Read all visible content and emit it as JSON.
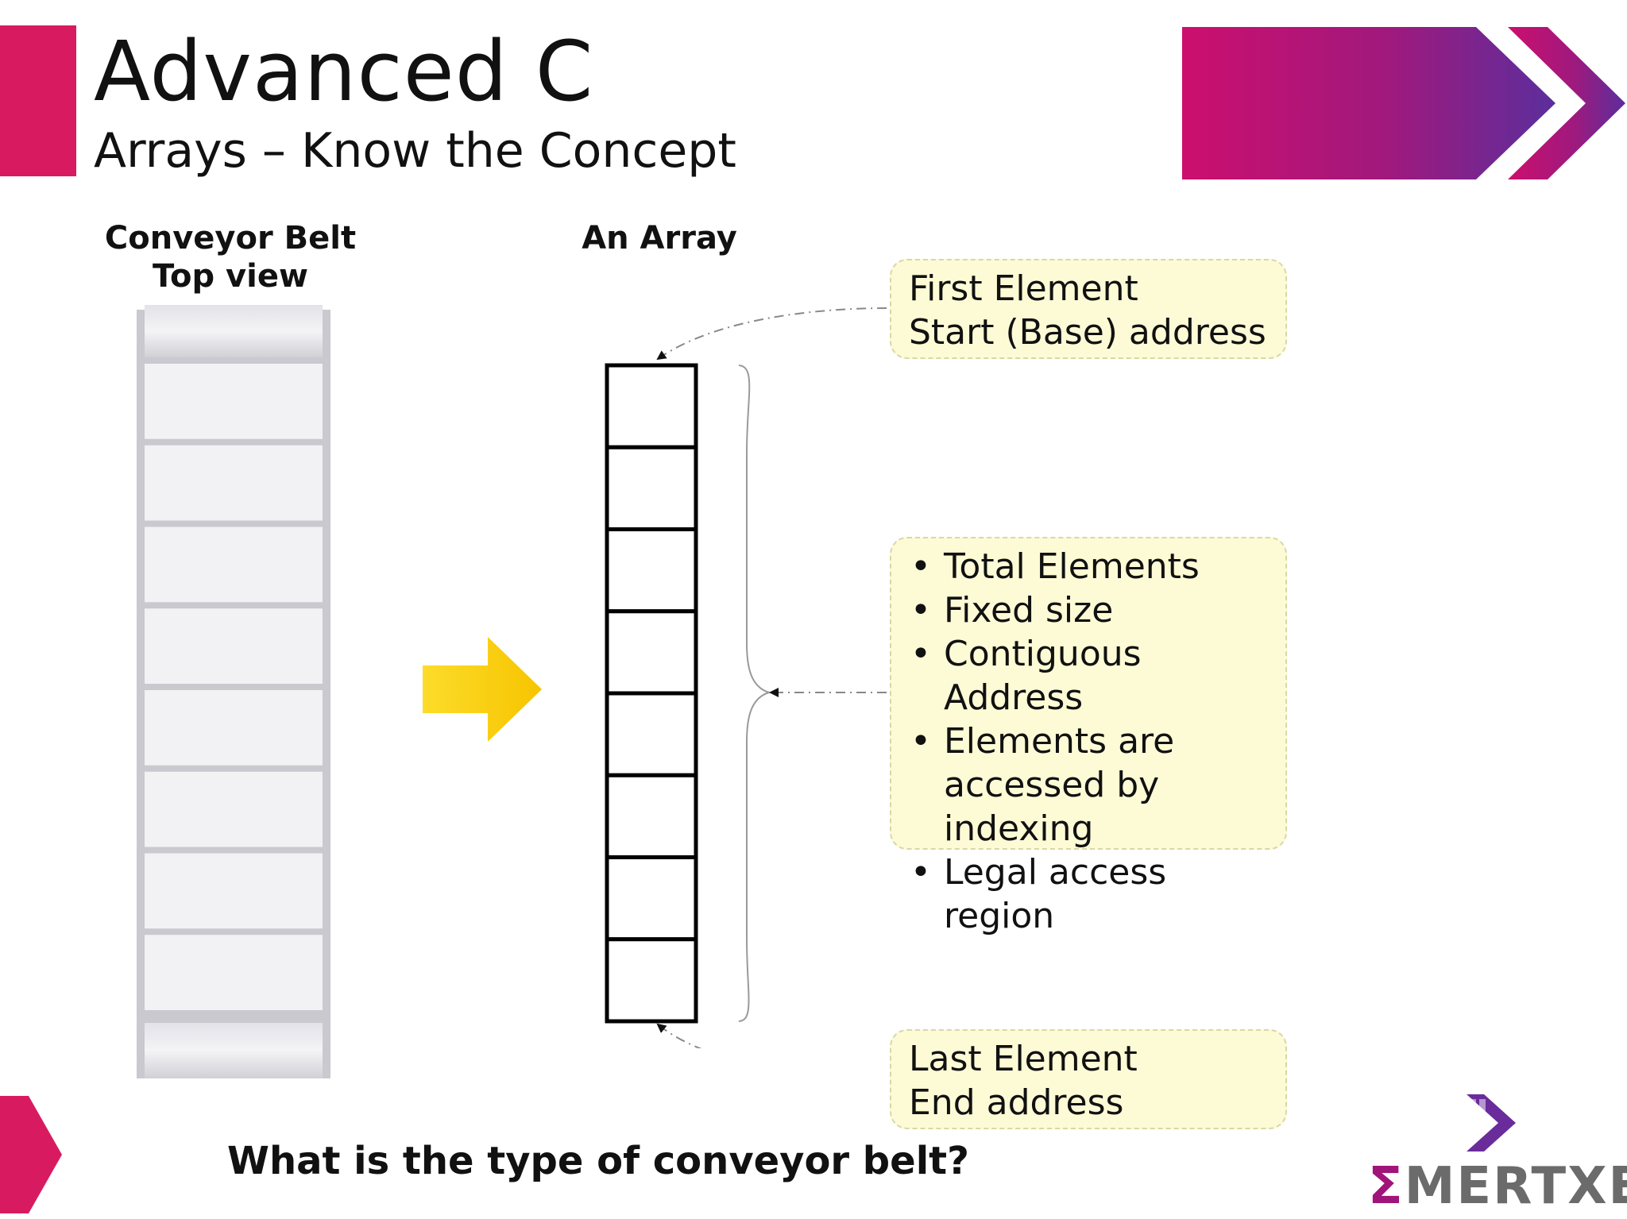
{
  "header": {
    "title": "Advanced C",
    "subtitle": "Arrays – Know the Concept"
  },
  "diagram": {
    "belt_label_line1": "Conveyor Belt",
    "belt_label_line2": "Top view",
    "array_label": "An Array",
    "belt_segments": 8,
    "array_cells": 8
  },
  "callouts": {
    "first": {
      "line1": "First Element",
      "line2": "Start (Base) address"
    },
    "middle": {
      "bullets": [
        "Total Elements",
        "Fixed size",
        "Contiguous Address",
        "Elements are accessed by indexing",
        "Legal access region"
      ]
    },
    "last": {
      "line1": "Last Element",
      "line2": "End address"
    }
  },
  "question": "What is the type of conveyor belt?",
  "logo": {
    "sigma": "Σ",
    "text": "MERTXE"
  },
  "colors": {
    "brand_magenta": "#d81b60",
    "brand_purple": "#6a2c9a",
    "arrow_yellow": "#fcd116",
    "callout_fill": "#fdfbd6"
  }
}
